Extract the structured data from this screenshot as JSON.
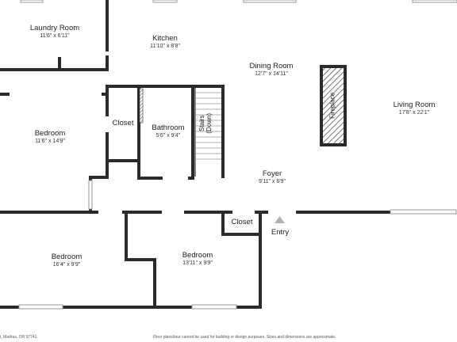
{
  "rooms": {
    "laundry": {
      "name": "Laundry Room",
      "dims": "11'6\" x 6'11\""
    },
    "kitchen": {
      "name": "Kitchen",
      "dims": "11'10\" x 8'8\""
    },
    "dining": {
      "name": "Dining Room",
      "dims": "12'7\" x 14'11\""
    },
    "living": {
      "name": "Living Room",
      "dims": "17'8\" x 22'1\""
    },
    "bedroom1": {
      "name": "Bedroom",
      "dims": "11'6\" x 14'9\""
    },
    "closet1": {
      "name": "Closet"
    },
    "bathroom": {
      "name": "Bathroom",
      "dims": "5'6\" x 9'4\""
    },
    "stairs": {
      "name": "Stairs",
      "sub": "(Down)"
    },
    "fireplace": {
      "name": "Fireplace"
    },
    "foyer": {
      "name": "Foyer",
      "dims": "9'11\" x 6'9\""
    },
    "closet2": {
      "name": "Closet"
    },
    "entry": {
      "name": "Entry"
    },
    "bedroom2": {
      "name": "Bedroom",
      "dims": "16'4\" x 9'9\""
    },
    "bedroom3": {
      "name": "Bedroom",
      "dims": "13'11\" x 9'9\""
    }
  },
  "footer": {
    "address": "t, Madras, OR 97741",
    "disclaimer": "Floor plans/tour cannot be used for building or design purposes. Sizes and dimensions are approximate."
  },
  "colors": {
    "wall": "#2a2a2a",
    "window": "#c8c8c8",
    "fireplace_fill": "#9a9a9a",
    "entry_marker": "#b0b0b0"
  }
}
